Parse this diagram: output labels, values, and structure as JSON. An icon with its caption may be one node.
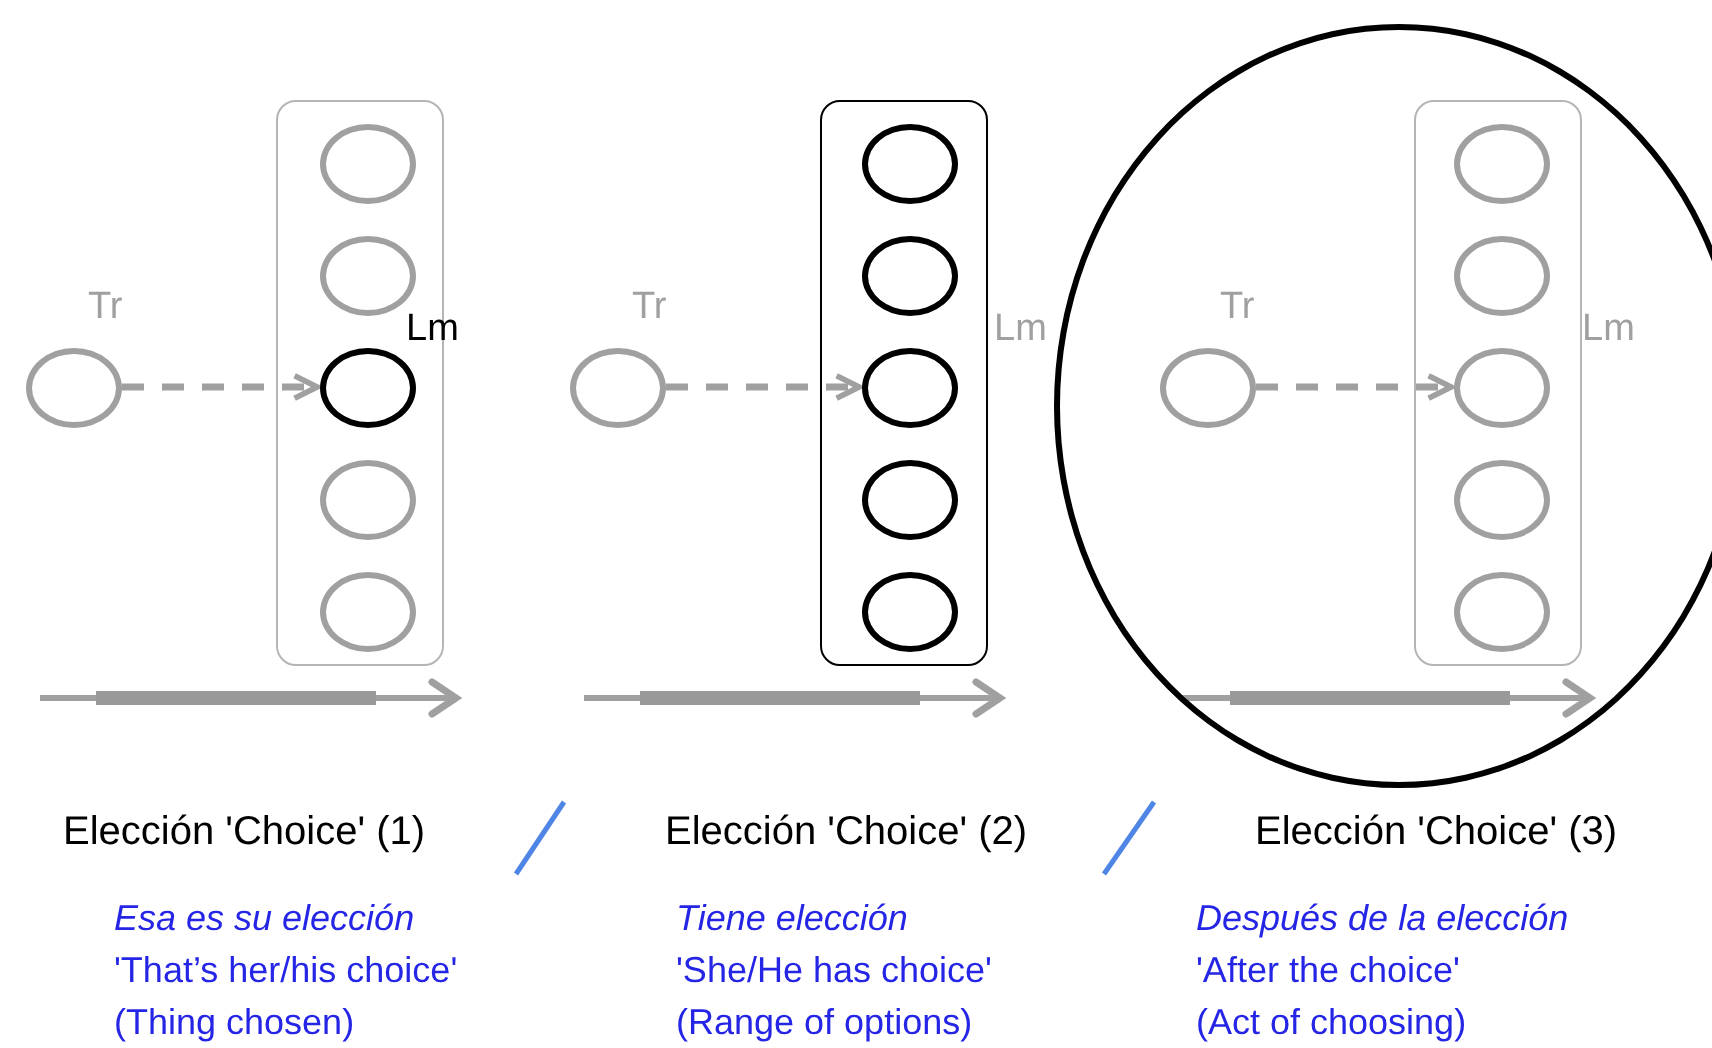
{
  "diagram": {
    "nodes": [
      {
        "text": [],
        "shape": "circle",
        "beside": [
          "Tr"
        ]
      },
      {
        "text": [],
        "shape": "box"
      },
      {
        "text": [],
        "shape": "circle",
        "in": 1
      },
      {
        "text": [],
        "shape": "circle",
        "in": 1
      },
      {
        "text": [],
        "shape": "circle",
        "in": 1,
        "beside": [
          "Lm"
        ]
      },
      {
        "text": [],
        "shape": "circle",
        "in": 1
      },
      {
        "text": [],
        "shape": "circle",
        "in": 1
      },
      {
        "text": [],
        "shape": "circle",
        "beside": [
          "Tr"
        ]
      },
      {
        "text": [],
        "shape": "box"
      },
      {
        "text": [],
        "shape": "circle",
        "in": 8
      },
      {
        "text": [],
        "shape": "circle",
        "in": 8
      },
      {
        "text": [],
        "shape": "circle",
        "in": 8,
        "beside": [
          "Lm"
        ]
      },
      {
        "text": [],
        "shape": "circle",
        "in": 8
      },
      {
        "text": [],
        "shape": "circle",
        "in": 8
      },
      {
        "text": [],
        "shape": "circle"
      },
      {
        "text": [],
        "shape": "circle",
        "in": 14,
        "beside": [
          "Tr"
        ]
      },
      {
        "text": [],
        "shape": "box",
        "in": 14
      },
      {
        "text": [],
        "shape": "circle",
        "in": 16
      },
      {
        "text": [],
        "shape": "circle",
        "in": 16
      },
      {
        "text": [],
        "shape": "circle",
        "in": 16,
        "beside": [
          "Lm"
        ]
      },
      {
        "text": [],
        "shape": "circle",
        "in": 16
      },
      {
        "text": [],
        "shape": "circle",
        "in": 16
      }
    ],
    "edges": [
      {
        "from": 0,
        "to": 4,
        "arrow": "to",
        "style": "dashed"
      },
      {
        "from": 7,
        "to": 11,
        "arrow": "to",
        "style": "dashed"
      },
      {
        "from": 15,
        "to": 19,
        "arrow": "to",
        "style": "dashed"
      }
    ],
    "labels": [
      "Elección 'Choice' (1)",
      "Elección 'Choice' (2)",
      "Elección 'Choice' (3)",
      "Esa es su elección",
      "Tiene elección",
      "Después de la elección",
      "'That’s her/his choice'",
      "'She/He has choice'",
      "'After the choice'",
      "(Thing chosen)",
      "(Range of options)",
      "(Act of choosing)"
    ]
  }
}
